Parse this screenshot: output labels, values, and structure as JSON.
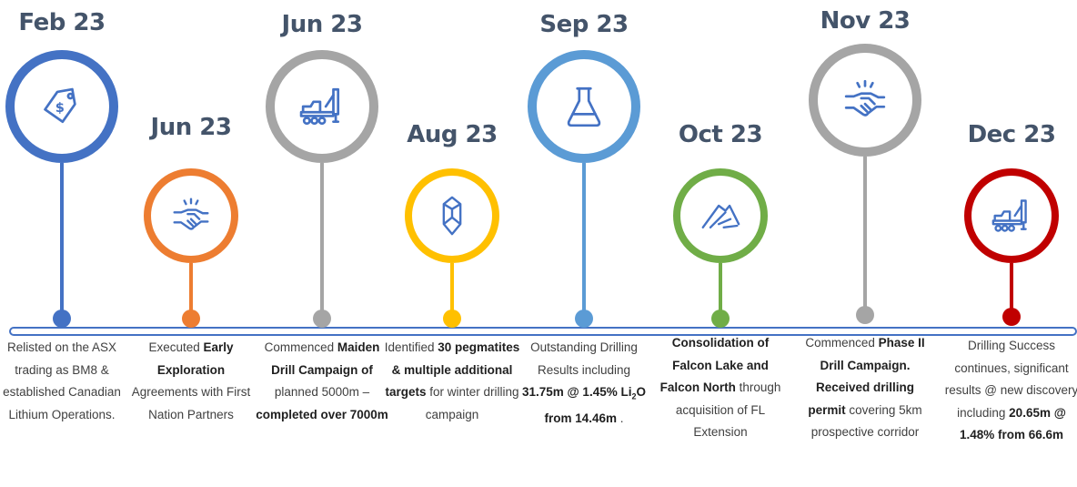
{
  "colors": {
    "blue_dark": "#4472c4",
    "orange": "#ed7d31",
    "gray": "#a5a5a5",
    "yellow": "#ffc000",
    "blue_light": "#5b9bd5",
    "green": "#70ad47",
    "red": "#c00000",
    "icon": "#4472c4",
    "date_text": "#44546a"
  },
  "milestones": [
    {
      "date": "Feb 23",
      "icon": "price-tag-icon",
      "color": "#4472c4",
      "parts": [
        {
          "t": "Relisted on the ASX trading as BM8 & established Canadian Lithium Operations."
        }
      ]
    },
    {
      "date": "Jun 23",
      "icon": "handshake-icon",
      "color": "#ed7d31",
      "parts": [
        {
          "t": "Executed "
        },
        {
          "t": "Early Exploration",
          "b": true
        },
        {
          "t": " Agreements with First Nation Partners"
        }
      ]
    },
    {
      "date": "Jun 23",
      "icon": "drill-rig-icon",
      "color": "#a5a5a5",
      "parts": [
        {
          "t": "Commenced "
        },
        {
          "t": "Maiden Drill Campaign of",
          "b": true
        },
        {
          "t": " planned 5000m – "
        },
        {
          "t": "completed over 7000m",
          "b": true
        }
      ]
    },
    {
      "date": "Aug 23",
      "icon": "crystal-icon",
      "color": "#ffc000",
      "parts": [
        {
          "t": "Identified "
        },
        {
          "t": "30 pegmatites & multiple additional targets",
          "b": true
        },
        {
          "t": " for winter drilling campaign"
        }
      ]
    },
    {
      "date": "Sep 23",
      "icon": "flask-icon",
      "color": "#5b9bd5",
      "parts": [
        {
          "t": "Outstanding Drilling Results including "
        },
        {
          "t": "31.75m @ 1.45% Li",
          "b": true
        },
        {
          "t": "2",
          "b": true,
          "sub": true
        },
        {
          "t": "O from 14.46m",
          "b": true
        },
        {
          "t": " ."
        }
      ]
    },
    {
      "date": "Oct 23",
      "icon": "mountain-icon",
      "color": "#70ad47",
      "parts": [
        {
          "t": "Consolidation of Falcon Lake and Falcon North",
          "b": true
        },
        {
          "t": " through acquisition of FL Extension"
        }
      ]
    },
    {
      "date": "Nov 23",
      "icon": "handshake-icon",
      "color": "#a5a5a5",
      "parts": [
        {
          "t": "Commenced "
        },
        {
          "t": "Phase II Drill Campaign. Received drilling permit",
          "b": true
        },
        {
          "t": " covering 5km prospective corridor"
        }
      ]
    },
    {
      "date": "Dec 23",
      "icon": "drill-rig-icon",
      "color": "#c00000",
      "parts": [
        {
          "t": "Drilling Success continues, significant results @ new discovery including "
        },
        {
          "t": "20.65m @ 1.48% from 66.6m",
          "b": true
        }
      ]
    }
  ]
}
